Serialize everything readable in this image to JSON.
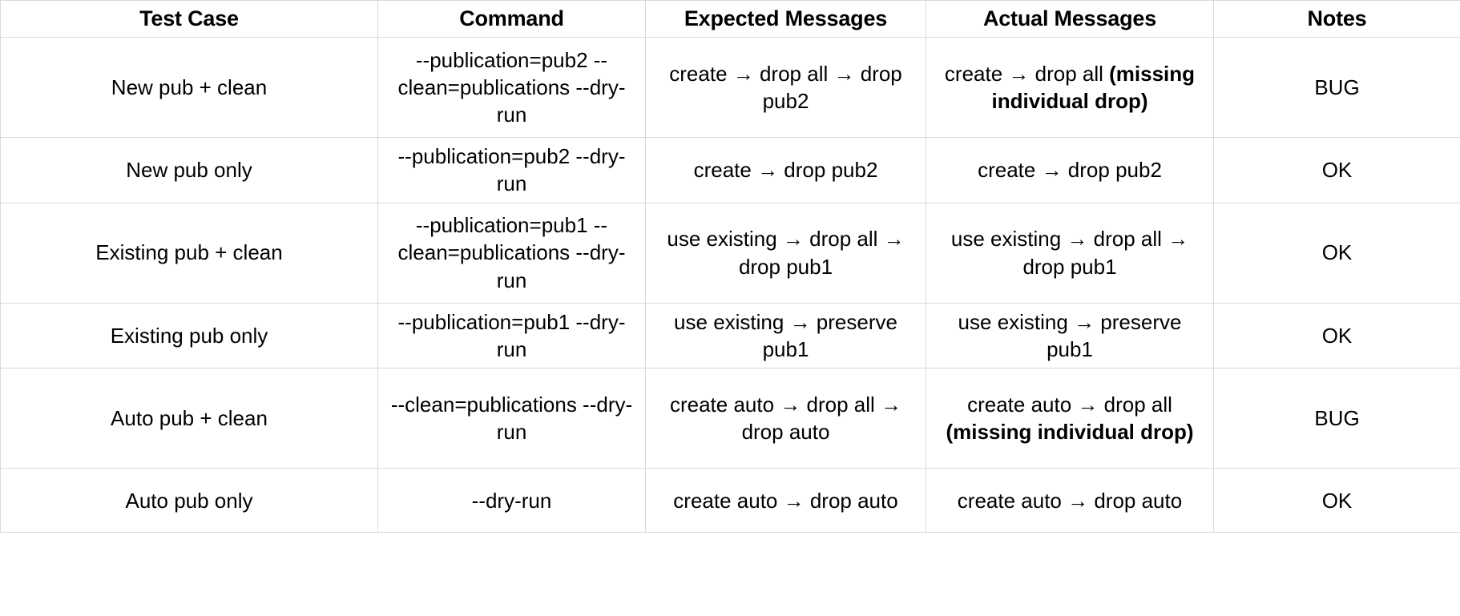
{
  "table": {
    "columns": [
      {
        "key": "test_case",
        "label": "Test Case"
      },
      {
        "key": "command",
        "label": "Command"
      },
      {
        "key": "expected",
        "label": "Expected Messages"
      },
      {
        "key": "actual",
        "label": "Actual Messages"
      },
      {
        "key": "notes",
        "label": "Notes"
      }
    ],
    "rows": [
      {
        "test_case": "New pub + clean",
        "command": "--publication=pub2 --clean=publications --dry-run",
        "expected": "create → drop all → drop pub2",
        "actual_plain": "create → drop all ",
        "actual_bold": "(missing individual drop)",
        "notes": "BUG"
      },
      {
        "test_case": "New pub only",
        "command": "--publication=pub2 --dry-run",
        "expected": "create → drop pub2",
        "actual_plain": "create → drop pub2",
        "actual_bold": "",
        "notes": "OK"
      },
      {
        "test_case": "Existing pub + clean",
        "command": "--publication=pub1 --clean=publications --dry-run",
        "expected": "use existing → drop all → drop pub1",
        "actual_plain": "use existing → drop all → drop pub1",
        "actual_bold": "",
        "notes": "OK"
      },
      {
        "test_case": "Existing pub only",
        "command": "--publication=pub1 --dry-run",
        "expected": "use existing → preserve pub1",
        "actual_plain": "use existing → preserve pub1",
        "actual_bold": "",
        "notes": "OK"
      },
      {
        "test_case": "Auto pub + clean",
        "command": "--clean=publications --dry-run",
        "expected": "create auto → drop all → drop auto",
        "actual_plain": "create auto → drop all ",
        "actual_bold": "(missing individual drop)",
        "notes": "BUG"
      },
      {
        "test_case": "Auto pub only",
        "command": "--dry-run",
        "expected": "create auto → drop auto",
        "actual_plain": "create auto → drop auto",
        "actual_bold": "",
        "notes": "OK"
      }
    ]
  },
  "colors": {
    "border": "#d9d9d9",
    "text": "#000000",
    "background": "#ffffff"
  }
}
